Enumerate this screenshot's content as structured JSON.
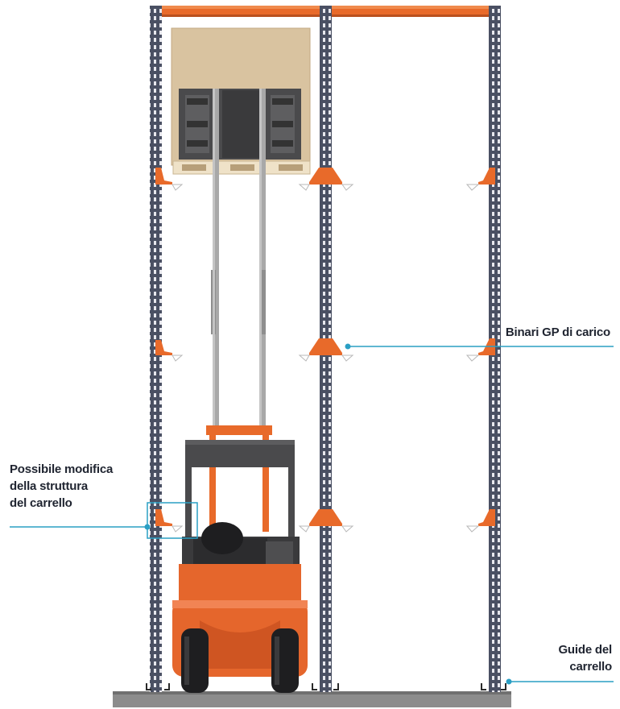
{
  "callouts": {
    "binari": {
      "lines": [
        "Binari GP di carico"
      ]
    },
    "possibile_modifica": {
      "lines": [
        "Possibile modifica",
        "della struttura",
        "del carrello"
      ]
    },
    "guide": {
      "lines": [
        "Guide del",
        "carrello"
      ]
    }
  },
  "colors": {
    "upright": "#4a5063",
    "upright_holes": "#e8e8ee",
    "beam_orange": "#e86a2a",
    "forklift_body": "#e5662c",
    "forklift_dark": "#3a3a3c",
    "mast_grey": "#a8a8a8",
    "pallet_wood": "#d9c3a0",
    "callout_line": "#2a9fc4",
    "floor": "#8a8a8a",
    "text": "#1f2430"
  }
}
